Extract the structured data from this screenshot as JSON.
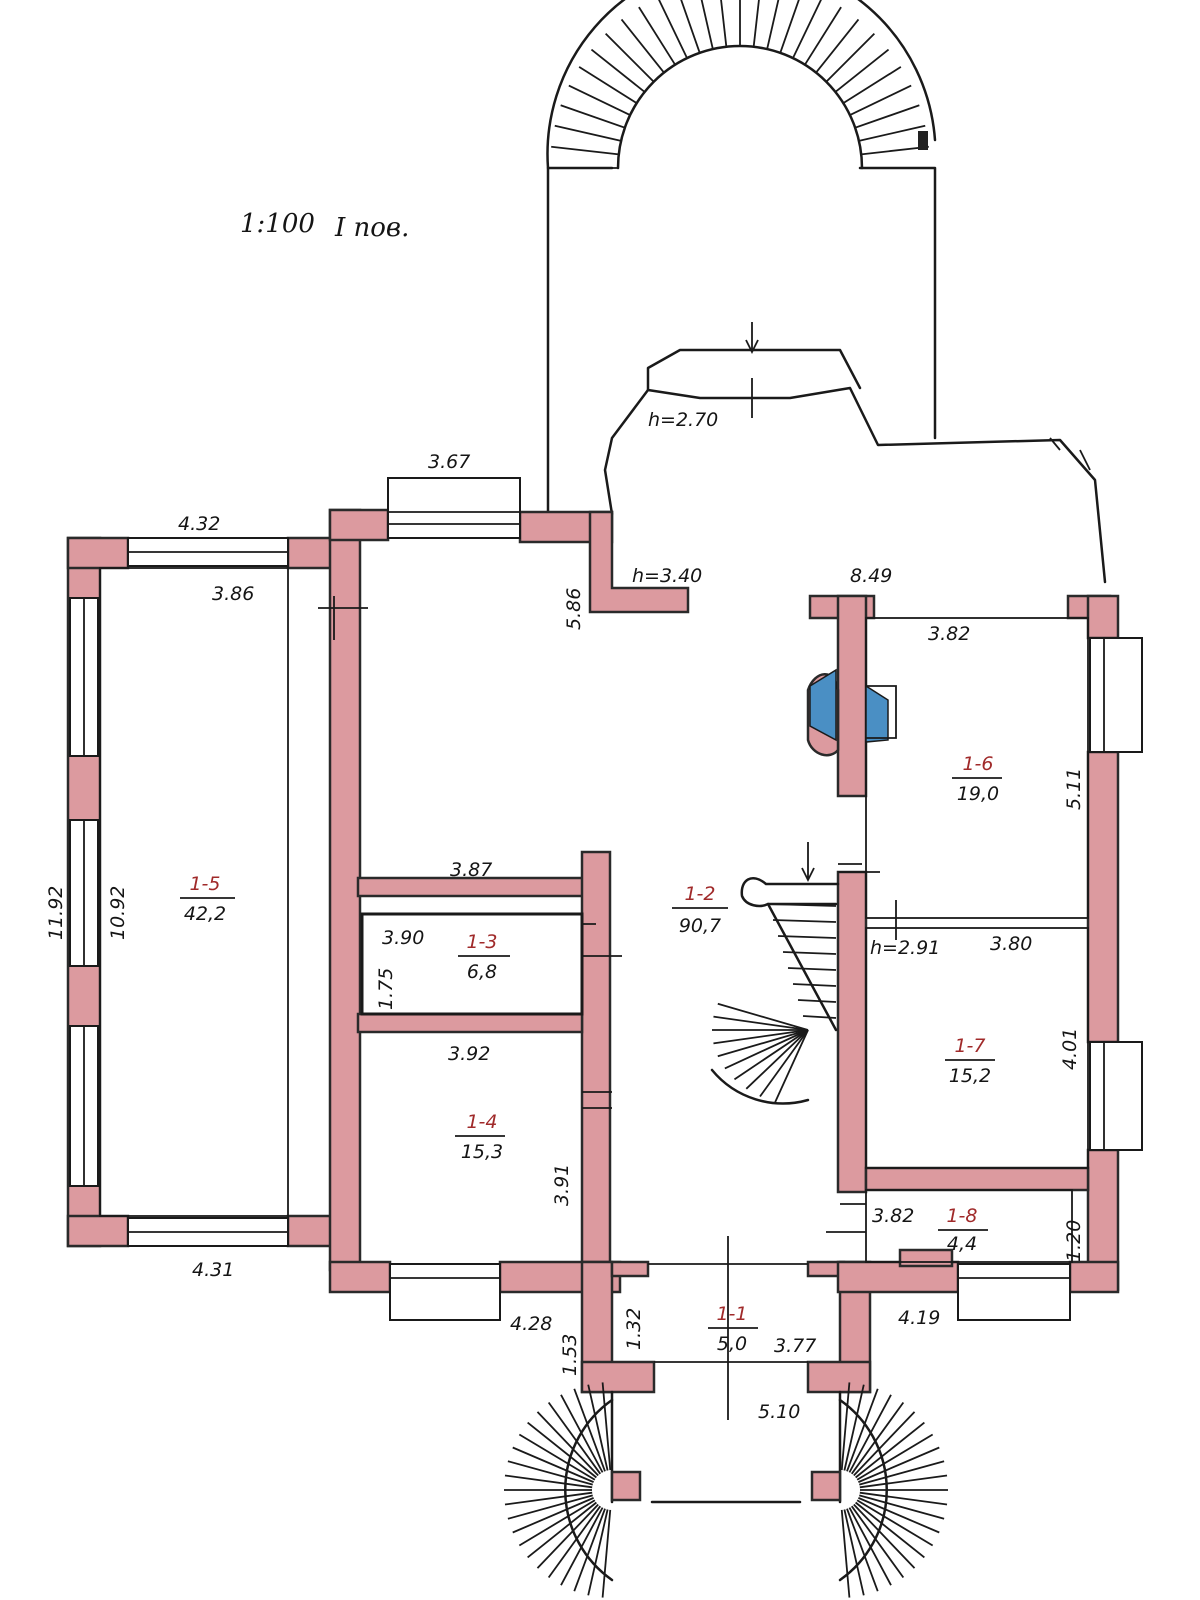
{
  "title": {
    "scale": "1:100",
    "floor": "I пов."
  },
  "rooms": [
    {
      "id": "1-1",
      "area": "5,0"
    },
    {
      "id": "1-2",
      "area": "90,7"
    },
    {
      "id": "1-3",
      "area": "6,8"
    },
    {
      "id": "1-4",
      "area": "15,3"
    },
    {
      "id": "1-5",
      "area": "42,2"
    },
    {
      "id": "1-6",
      "area": "19,0"
    },
    {
      "id": "1-7",
      "area": "15,2"
    },
    {
      "id": "1-8",
      "area": "4,4"
    }
  ],
  "dimensions": {
    "window_top_left": "4.32",
    "r15_top": "3.86",
    "r15_bottom": "4.31",
    "left_outer": "11.92",
    "r15_height": "10.92",
    "window_top_middle": "3.67",
    "r12_left": "5.86",
    "r12_wall": "3.87",
    "r13_width": "3.90",
    "r13_height": "1.75",
    "r14_width": "3.92",
    "r14_height": "3.91",
    "bottom_left": "4.28",
    "porch_left": "1.53",
    "r11_height": "1.32",
    "r11_width": "3.77",
    "porch_width": "5.10",
    "top_right": "8.49",
    "r16_width": "3.82",
    "r16_height": "5.11",
    "r17_width": "3.80",
    "r17_height": "4.01",
    "r18_width": "3.82",
    "r18_height": "1.20",
    "bottom_right": "4.19"
  },
  "heights": {
    "h_bay": "h=2.70",
    "h_hall": "h=3.40",
    "h_room": "h=2.91"
  },
  "colors": {
    "wall_fill": "#dc9a9f",
    "ink": "#1a1a1a",
    "room_id": "#a02a2a",
    "fireplace": "#4a8fc4"
  }
}
